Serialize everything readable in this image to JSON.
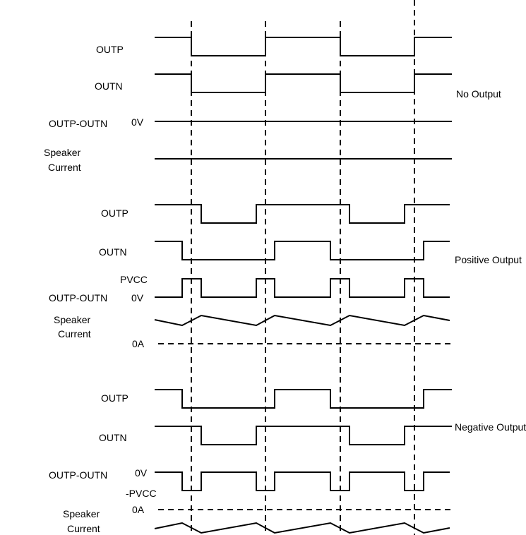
{
  "colors": {
    "line": "#000000",
    "background": "#ffffff"
  },
  "sections": [
    {
      "name": "No Output",
      "signals": [
        {
          "label": "OUTP",
          "waveform": "square-duty-50"
        },
        {
          "label": "OUTN",
          "waveform": "square-duty-50-in-phase"
        },
        {
          "label": "OUTP-OUTN",
          "level_label": "0V",
          "waveform": "flat-zero"
        },
        {
          "label_lines": [
            "Speaker",
            "Current"
          ],
          "waveform": "flat-zero"
        }
      ]
    },
    {
      "name": "Positive Output",
      "signals": [
        {
          "label": "OUTP",
          "waveform": "square-duty-high"
        },
        {
          "label": "OUTN",
          "waveform": "square-duty-low"
        },
        {
          "label": "OUTP-OUTN",
          "level_labels": [
            "PVCC",
            "0V"
          ],
          "waveform": "positive-pulses"
        },
        {
          "label_lines": [
            "Speaker",
            "Current"
          ],
          "zero_label": "0A",
          "waveform": "sawtooth-positive"
        }
      ]
    },
    {
      "name": "Negative Output",
      "signals": [
        {
          "label": "OUTP",
          "waveform": "square-duty-low"
        },
        {
          "label": "OUTN",
          "waveform": "square-duty-high"
        },
        {
          "label": "OUTP-OUTN",
          "level_labels": [
            "0V",
            "-PVCC"
          ],
          "waveform": "negative-pulses"
        },
        {
          "label_lines": [
            "Speaker",
            "Current"
          ],
          "zero_label": "0A",
          "waveform": "sawtooth-negative"
        }
      ]
    }
  ]
}
